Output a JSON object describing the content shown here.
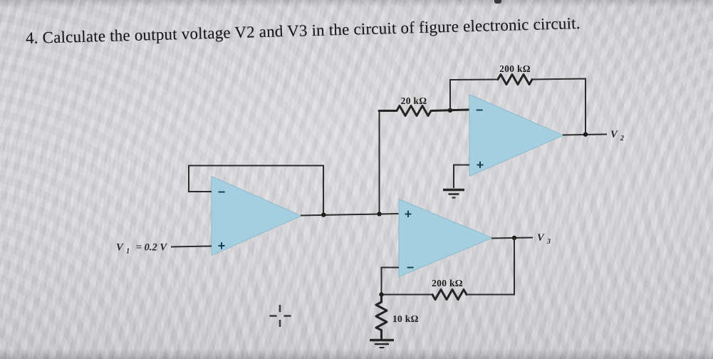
{
  "title": "4. Calculate the output voltage V2 and V3 in the circuit of figure electronic circuit.",
  "circuit": {
    "input_source": {
      "base": "V",
      "sub": "1",
      "value": "= 0.2 V"
    },
    "outputs": {
      "v2": {
        "base": "V",
        "sub": "2"
      },
      "v3": {
        "base": "V",
        "sub": "3"
      }
    },
    "resistors": {
      "r_20k": {
        "label": "20 kΩ"
      },
      "r_200k_top": {
        "label": "200 kΩ"
      },
      "r_200k_bottom": {
        "label": "200 kΩ"
      },
      "r_10k": {
        "label": "10 kΩ"
      }
    },
    "opamps": {
      "buffer": {
        "minus": "−",
        "plus": "+"
      },
      "inverting": {
        "minus": "−",
        "plus": "+"
      },
      "noninverting": {
        "plus": "+",
        "minus": "−"
      }
    },
    "symbols": {
      "ground": "earth-ground",
      "junction": "connection-dot",
      "crosshair": "registration-cross"
    },
    "colors": {
      "opamp_fill": "#a5cfdf",
      "opamp_edge": "#8cbccf",
      "wire": "#2e2c2a",
      "sign": "#173f52",
      "background": "#d2d1d6"
    }
  }
}
